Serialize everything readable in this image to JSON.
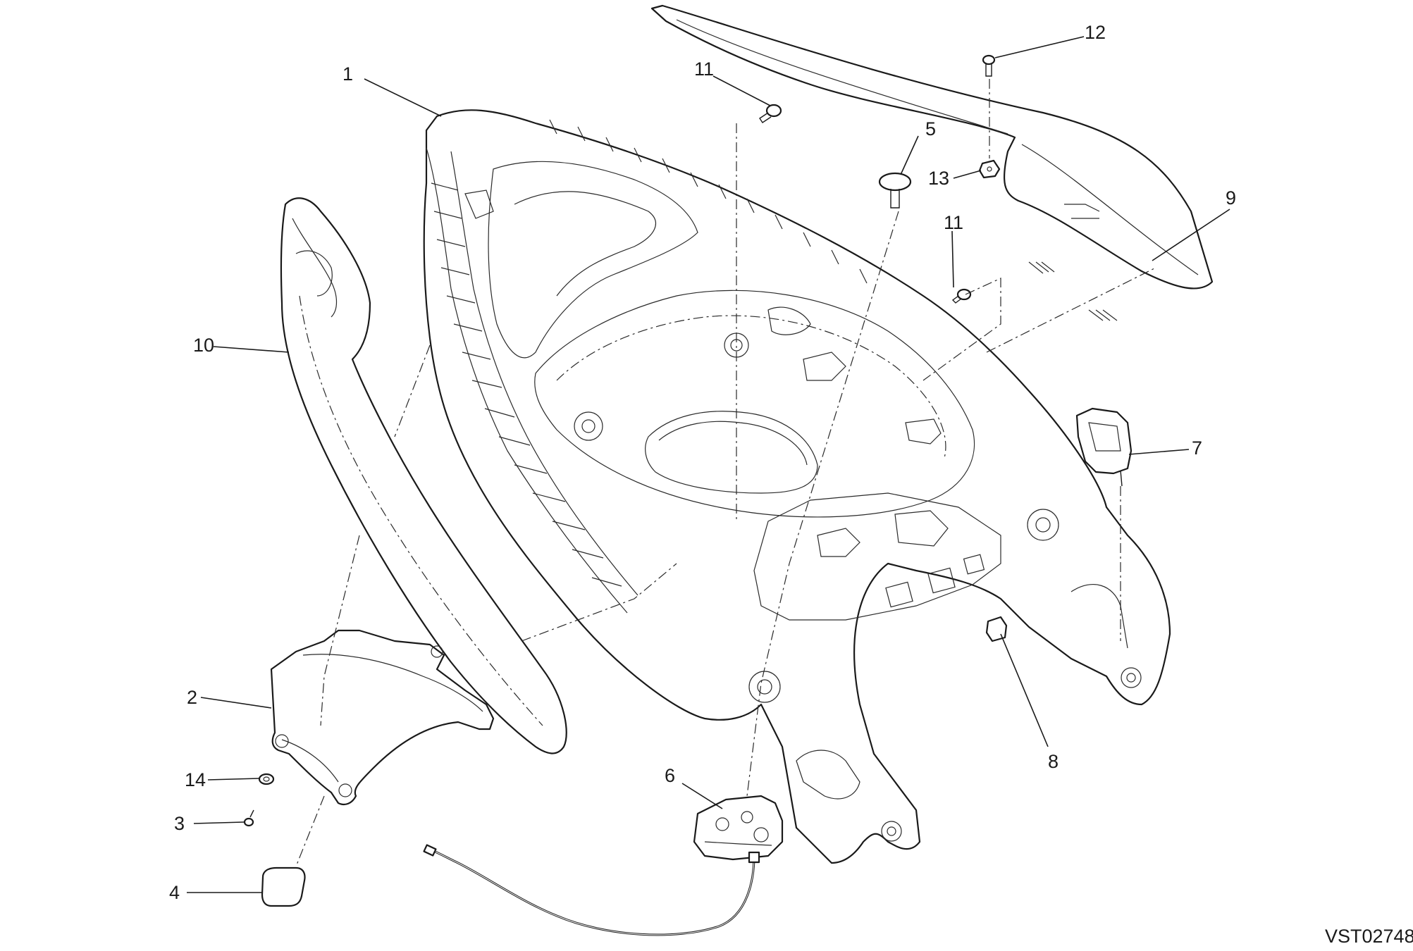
{
  "drawing_code": "VST02748",
  "callouts": [
    {
      "id": "c1",
      "label": "1"
    },
    {
      "id": "c2",
      "label": "2"
    },
    {
      "id": "c3",
      "label": "3"
    },
    {
      "id": "c4",
      "label": "4"
    },
    {
      "id": "c5",
      "label": "5"
    },
    {
      "id": "c6",
      "label": "6"
    },
    {
      "id": "c7",
      "label": "7"
    },
    {
      "id": "c8",
      "label": "8"
    },
    {
      "id": "c9",
      "label": "9"
    },
    {
      "id": "c10",
      "label": "10"
    },
    {
      "id": "c11a",
      "label": "11"
    },
    {
      "id": "c11b",
      "label": "11"
    },
    {
      "id": "c12",
      "label": "12"
    },
    {
      "id": "c13",
      "label": "13"
    },
    {
      "id": "c14",
      "label": "14"
    }
  ]
}
